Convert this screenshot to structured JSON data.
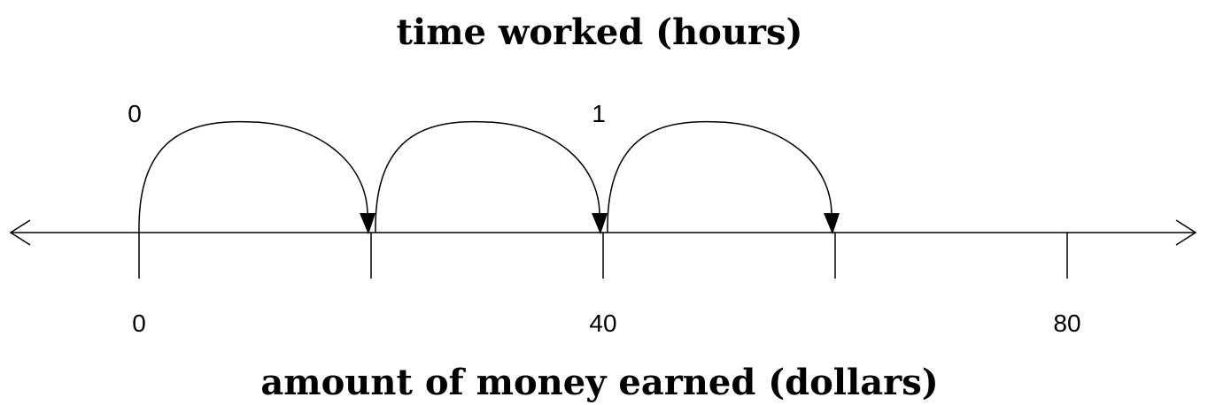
{
  "top_label": "time worked (hours)",
  "bottom_label": "amount of money earned (dollars)",
  "hour_ticks": [
    {
      "value": 0,
      "label": "0"
    },
    {
      "value": 1,
      "label": "1"
    }
  ],
  "dollar_ticks": [
    {
      "value": 0,
      "label": "0"
    },
    {
      "value": 20,
      "label": ""
    },
    {
      "value": 40,
      "label": "40"
    },
    {
      "value": 60,
      "label": ""
    },
    {
      "value": 80,
      "label": "80"
    }
  ],
  "jumps": [
    {
      "from": 0,
      "to": 20
    },
    {
      "from": 20,
      "to": 40
    },
    {
      "from": 40,
      "to": 60
    }
  ],
  "colors": {
    "ink": "#000000",
    "background": "#ffffff"
  }
}
